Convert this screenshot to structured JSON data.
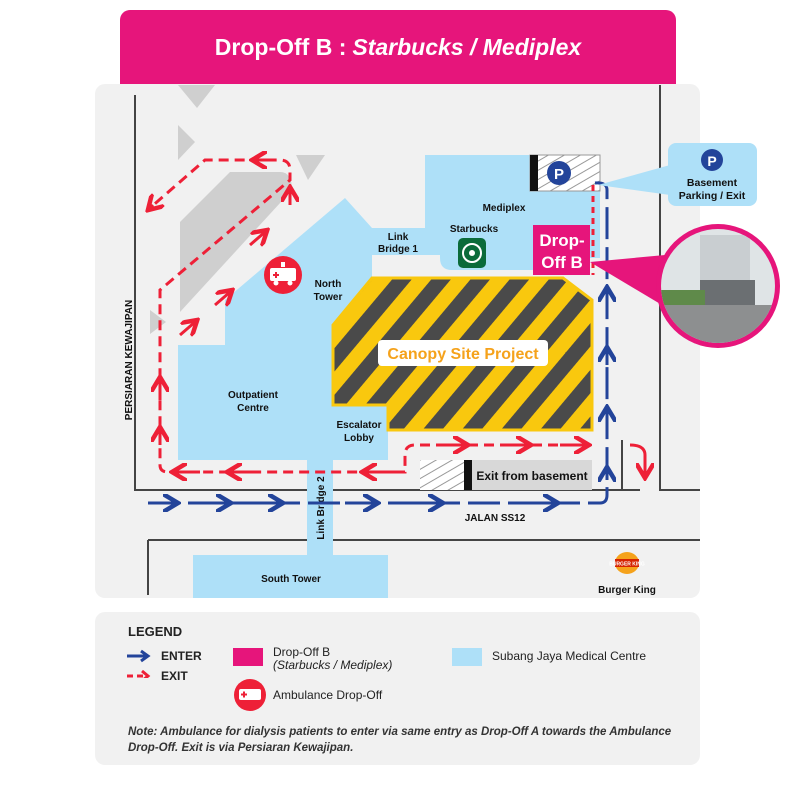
{
  "header": {
    "title_prefix": "Drop-Off B :",
    "title_italic": "Starbucks / Mediplex"
  },
  "map": {
    "buildings": {
      "mediplex": "Mediplex",
      "starbucks": "Starbucks",
      "link_bridge_1": [
        "Link",
        "Bridge 1"
      ],
      "north_tower": [
        "North",
        "Tower"
      ],
      "outpatient": [
        "Outpatient",
        "Centre"
      ],
      "escalator": [
        "Escalator",
        "Lobby"
      ],
      "link_bridge_2": "Link Bridge 2",
      "south_tower": "South Tower"
    },
    "canopy": "Canopy Site Project",
    "dropoff_box": [
      "Drop-",
      "Off B"
    ],
    "parking_symbol": "P",
    "parking_callout": [
      "Basement",
      "Parking / Exit"
    ],
    "exit_basement": "Exit from basement",
    "roads": {
      "left": "PERSIARAN KEWAJIPAN",
      "bottom": "JALAN SS12"
    },
    "burger_king": {
      "label": "Burger King",
      "logo": "BURGER KING"
    }
  },
  "legend": {
    "title": "LEGEND",
    "enter": "ENTER",
    "exit": "EXIT",
    "dropoff": "Drop-Off B",
    "dropoff_sub": "(Starbucks / Mediplex)",
    "ambulance": "Ambulance Drop-Off",
    "sjmc": "Subang Jaya Medical Centre",
    "note": "Note: Ambulance for dialysis patients to enter via same entry as Drop-Off A towards the Ambulance Drop-Off. Exit is via Persiaran Kewajipan."
  },
  "colors": {
    "pink": "#E6157B",
    "blue_building": "#AEE0F8",
    "enter": "#23449A",
    "exit": "#EE2037",
    "canopy_yellow": "#F9C80E",
    "starbucks_green": "#0B6B3A"
  }
}
